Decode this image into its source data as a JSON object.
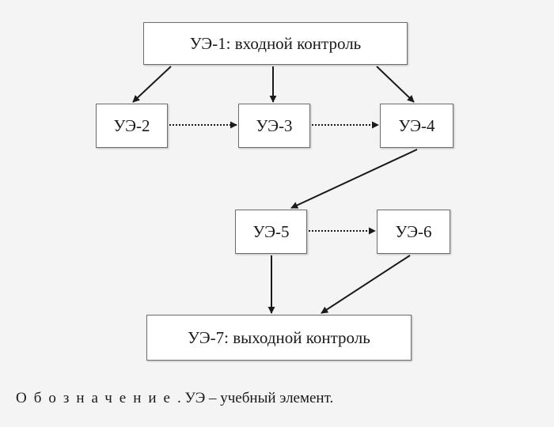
{
  "diagram": {
    "nodes": [
      {
        "id": "ue1",
        "label": "УЭ-1: входной контроль"
      },
      {
        "id": "ue2",
        "label": "УЭ-2"
      },
      {
        "id": "ue3",
        "label": "УЭ-3"
      },
      {
        "id": "ue4",
        "label": "УЭ-4"
      },
      {
        "id": "ue5",
        "label": "УЭ-5"
      },
      {
        "id": "ue6",
        "label": "УЭ-6"
      },
      {
        "id": "ue7",
        "label": "УЭ-7: выходной контроль"
      }
    ],
    "edges": [
      {
        "from": "ue1",
        "to": "ue2",
        "style": "solid"
      },
      {
        "from": "ue1",
        "to": "ue3",
        "style": "solid"
      },
      {
        "from": "ue1",
        "to": "ue4",
        "style": "solid"
      },
      {
        "from": "ue2",
        "to": "ue3",
        "style": "dotted"
      },
      {
        "from": "ue3",
        "to": "ue4",
        "style": "dotted"
      },
      {
        "from": "ue4",
        "to": "ue5",
        "style": "solid"
      },
      {
        "from": "ue5",
        "to": "ue6",
        "style": "dotted"
      },
      {
        "from": "ue5",
        "to": "ue7",
        "style": "solid"
      },
      {
        "from": "ue6",
        "to": "ue7",
        "style": "solid"
      }
    ]
  },
  "legend": {
    "term": "Обозначение",
    "text": ". УЭ – учебный элемент."
  }
}
